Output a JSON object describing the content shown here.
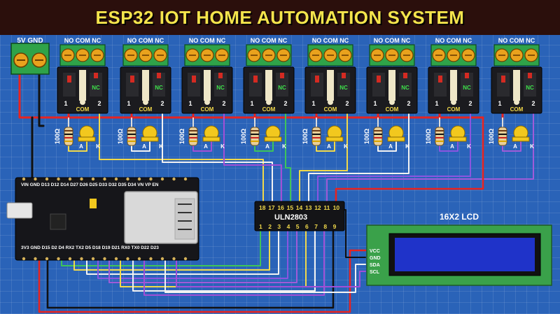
{
  "title": "ESP32 IOT HOME AUTOMATION SYSTEM",
  "power_terminal": {
    "label": "5V GND"
  },
  "relay_labels": {
    "terminal": "NO COM NC",
    "nc": "NC",
    "com": "COM",
    "pin1": "1",
    "pin2": "2"
  },
  "resistor_label": "100Ω",
  "led_labels": {
    "anode": "A",
    "cathode": "K"
  },
  "esp32": {
    "top_pins": "VIN GND D13 D12 D14 D27 D26 D25 D33 D32 D35 D34 VN VP EN",
    "bottom_pins": "3V3 GND D15 D2 D4 RX2 TX2 D5 D18 D19 D21 RX0 TX0 D22 D23"
  },
  "uln": {
    "name": "ULN2803",
    "top_pins": [
      "18",
      "17",
      "16",
      "15",
      "14",
      "13",
      "12",
      "11",
      "10"
    ],
    "bottom_pins": [
      "1",
      "2",
      "3",
      "4",
      "5",
      "6",
      "7",
      "8",
      "9"
    ]
  },
  "lcd": {
    "title": "16X2 LCD",
    "pins": [
      "VCC",
      "GND",
      "SDA",
      "SCL"
    ]
  },
  "colors": {
    "background": "#2a63b8",
    "title_bar": "#2b0f0c",
    "title_text": "#f4e44c",
    "rail": "#e8231f",
    "board": "#16161a",
    "lcd_screen": "#1f33c9",
    "lcd_frame": "#3aa14a"
  }
}
